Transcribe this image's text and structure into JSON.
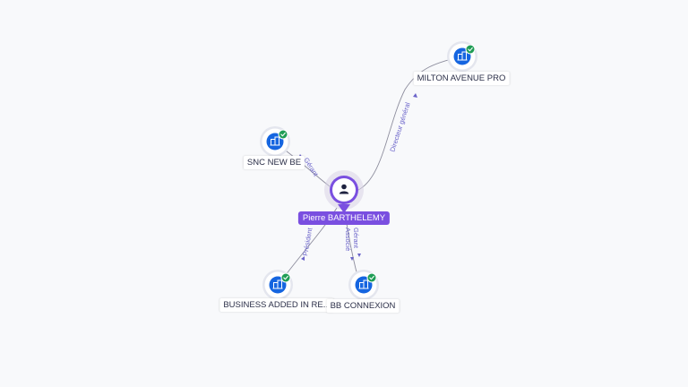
{
  "person": {
    "name": "Pierre BARTHELEMY"
  },
  "companies": [
    {
      "id": "milton",
      "name": "MILTON AVENUE PRO",
      "verified": true
    },
    {
      "id": "snc",
      "name": "SNC NEW BE",
      "verified": true
    },
    {
      "id": "business",
      "name": "BUSINESS ADDED IN RE...",
      "verified": true
    },
    {
      "id": "bb",
      "name": "BB CONNEXION",
      "verified": true
    }
  ],
  "edges": [
    {
      "to": "milton",
      "label": "Directeur général"
    },
    {
      "to": "snc",
      "label": "Gérant"
    },
    {
      "to": "business",
      "label": "Président"
    },
    {
      "to": "bb",
      "label": "Gérant"
    },
    {
      "to": "bb",
      "label": "Associé"
    }
  ],
  "colors": {
    "accent": "#7a4fe0",
    "company_icon": "#1565e0",
    "verified": "#1f9d55",
    "edge": "#8e8e9e"
  },
  "icons": {
    "person": "person-icon",
    "company": "building-icon",
    "verified": "check-badge-icon"
  }
}
